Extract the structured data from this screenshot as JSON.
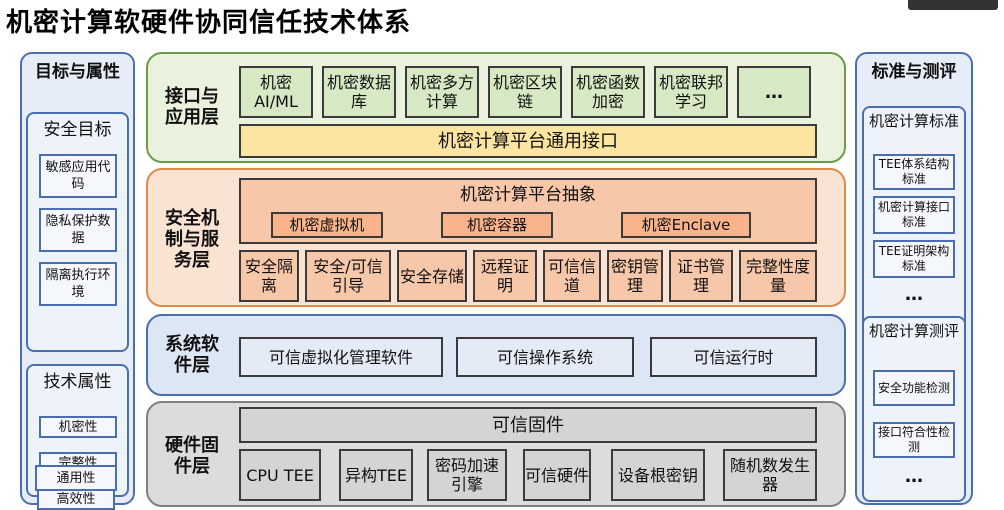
{
  "title": "机密计算软硬件协同信任技术体系",
  "left": {
    "title": "目标与属性",
    "goals": {
      "title": "安全目标",
      "items": [
        "敏感应用代码",
        "隐私保护数据",
        "隔离执行环境"
      ]
    },
    "attrs": {
      "title": "技术属性",
      "items": [
        "机密性",
        "完整性",
        "高效性",
        "通用性"
      ]
    }
  },
  "right": {
    "title": "标准与测评",
    "standards": {
      "title": "机密计算标准",
      "items": [
        "TEE体系结构标准",
        "机密计算接口标准",
        "TEE证明架构标准"
      ],
      "more": "…"
    },
    "evaluation": {
      "title": "机密计算测评",
      "items": [
        "安全功能检测",
        "接口符合性检测"
      ],
      "more": "…"
    }
  },
  "layers": {
    "app": {
      "label": "接口与应用层",
      "items": [
        "机密AI/ML",
        "机密数据库",
        "机密多方计算",
        "机密区块链",
        "机密函数加密",
        "机密联邦学习",
        "…"
      ],
      "bar": "机密计算平台通用接口"
    },
    "security": {
      "label": "安全机制与服务层",
      "abstraction": "机密计算平台抽象",
      "abs_items": [
        "机密虚拟机",
        "机密容器",
        "机密Enclave"
      ],
      "items": [
        "安全隔离",
        "安全/可信引导",
        "安全存储",
        "远程证明",
        "可信信道",
        "密钥管理",
        "证书管理",
        "完整性度量"
      ]
    },
    "system": {
      "label": "系统软件层",
      "items": [
        "可信虚拟化管理软件",
        "可信操作系统",
        "可信运行时"
      ]
    },
    "hardware": {
      "label": "硬件固件层",
      "bar": "可信固件",
      "items": [
        "CPU TEE",
        "异构TEE",
        "密码加速引擎",
        "可信硬件",
        "设备根密钥",
        "随机数发生器"
      ]
    }
  }
}
